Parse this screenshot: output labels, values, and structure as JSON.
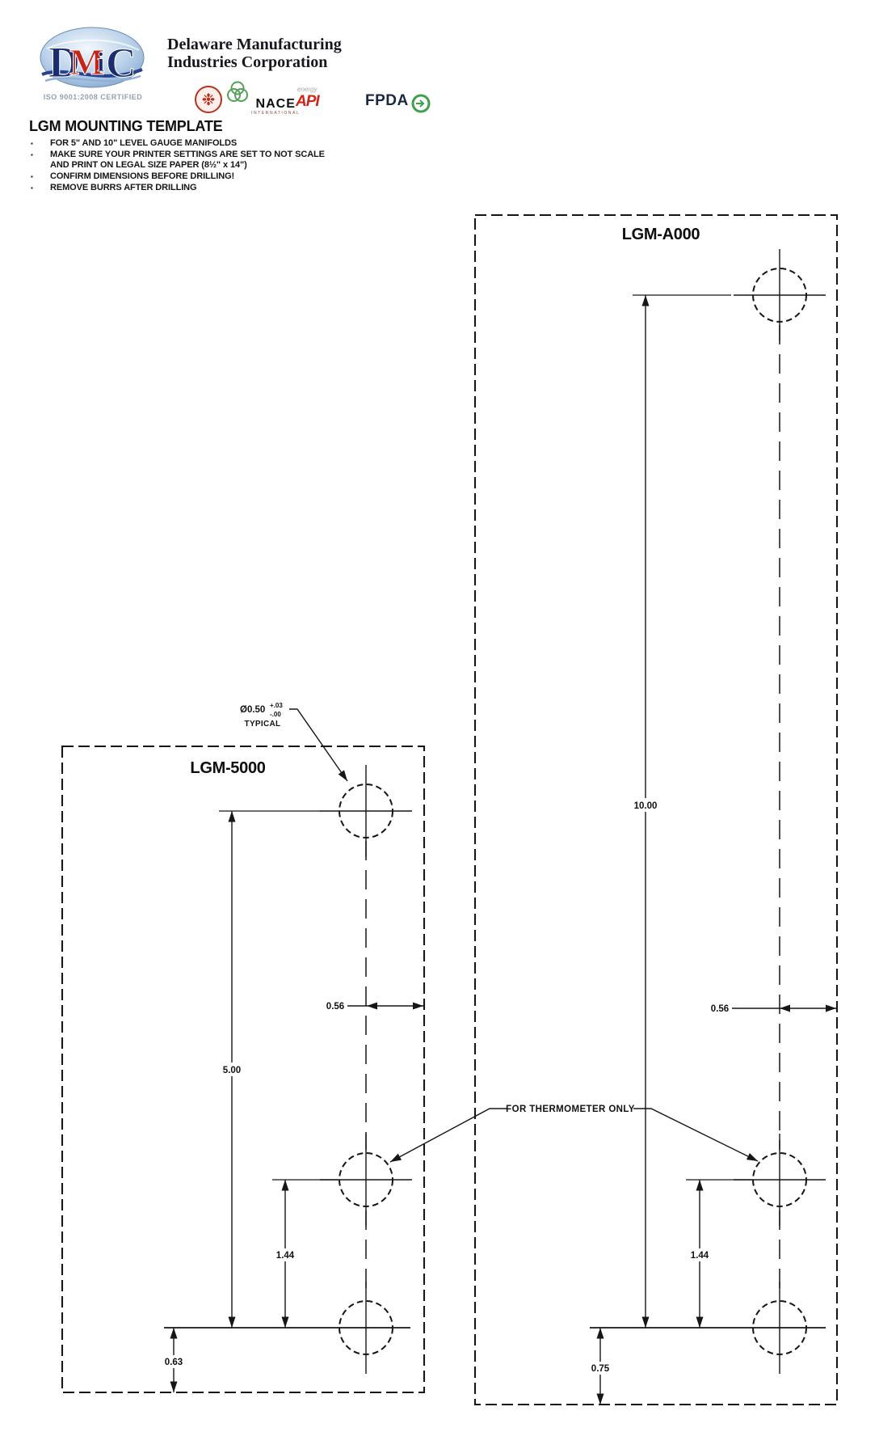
{
  "header": {
    "logo_letters": [
      "D",
      "M",
      "i",
      "C"
    ],
    "iso_text": "ISO 9001:2008 CERTIFIED",
    "company_name_line1": "Delaware Manufacturing",
    "company_name_line2": "Industries Corporation",
    "cert_nace": "NACE",
    "cert_nace_sub": "INTERNATIONAL",
    "cert_energy": "energy",
    "cert_api": "API",
    "cert_fpda": "FPDA"
  },
  "instructions": {
    "title": "LGM MOUNTING TEMPLATE",
    "bullets": [
      {
        "marker": "▪",
        "text": "FOR 5\" AND 10\" LEVEL GAUGE MANIFOLDS"
      },
      {
        "marker": "▪",
        "text": "MAKE SURE YOUR PRINTER SETTINGS ARE SET TO NOT SCALE"
      },
      {
        "marker": "",
        "text": "AND PRINT ON LEGAL SIZE PAPER (8½\" x 14\")"
      },
      {
        "marker": "▪",
        "text": "CONFIRM DIMENSIONS BEFORE DRILLING!"
      },
      {
        "marker": "▪",
        "text": "REMOVE BURRS AFTER DRILLING"
      }
    ]
  },
  "drawing": {
    "lgm5000": {
      "title": "LGM-5000",
      "dim_vertical": "5.00",
      "dim_thermo": "1.44",
      "dim_bottom": "0.63",
      "dim_offset": "0.56",
      "hole_note_dia": "Ø0.50",
      "hole_note_tol_plus": "+.03",
      "hole_note_tol_minus": "-.00",
      "hole_note_typical": "TYPICAL"
    },
    "lgma000": {
      "title": "LGM-A000",
      "dim_vertical": "10.00",
      "dim_thermo": "1.44",
      "dim_bottom": "0.75",
      "dim_offset": "0.56"
    },
    "thermo_label": "FOR THERMOMETER ONLY",
    "line_color": "#161616"
  }
}
